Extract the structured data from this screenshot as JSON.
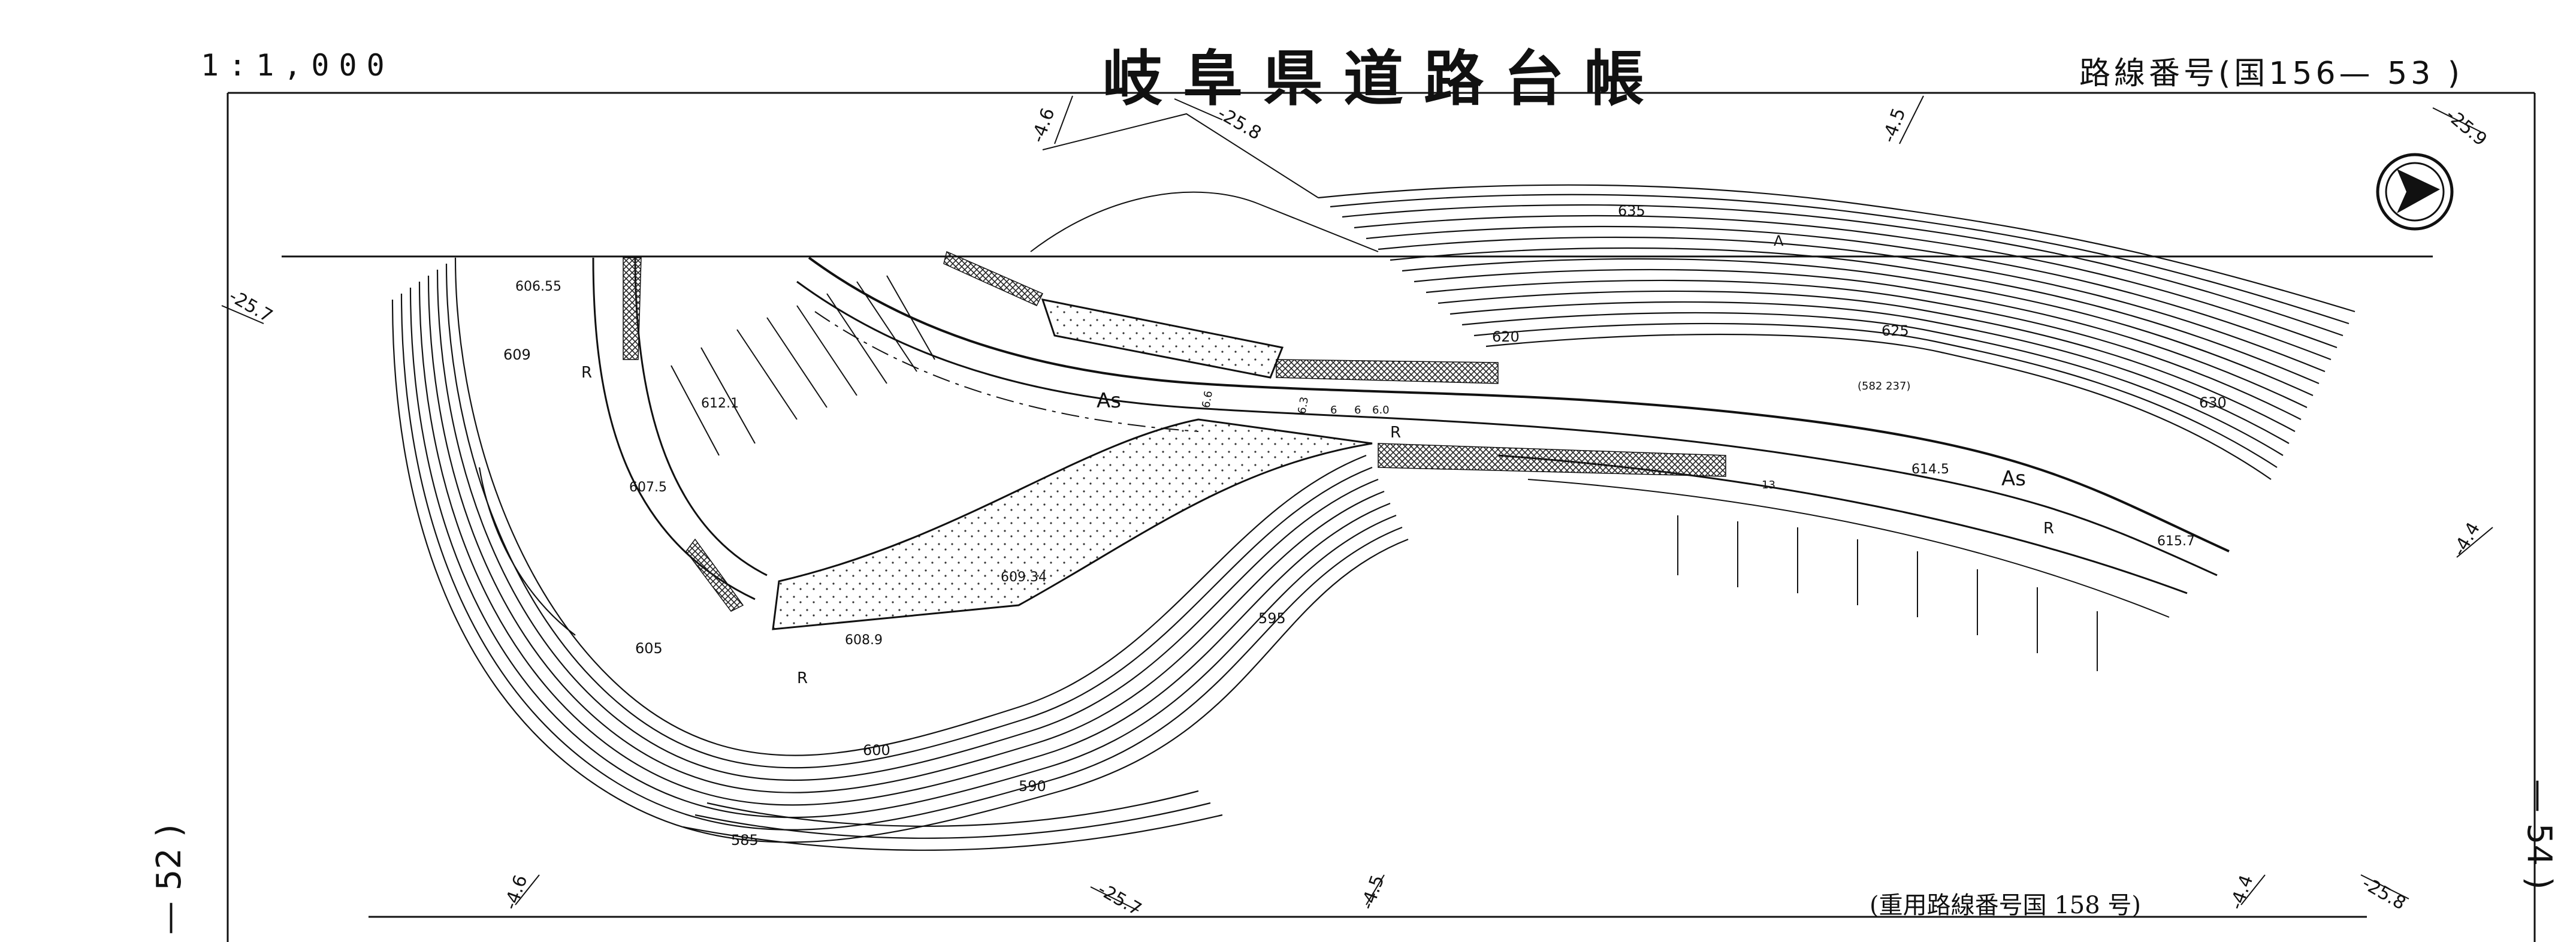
{
  "header": {
    "scale": "1:1,000",
    "title": "岐阜県道路台帳",
    "route_number": "路線番号(国156— 53 )"
  },
  "sheet_links": {
    "previous": "— 52 )",
    "next": "— 54 )"
  },
  "footer": {
    "overlap_route": "(重用路線番号国 158 号)"
  },
  "map": {
    "north_arrow": "north-arrow-icon",
    "contour_labels": [
      "635",
      "625",
      "630",
      "620",
      "600",
      "590",
      "585",
      "595",
      "605",
      "609"
    ],
    "spot_heights": [
      "606.55",
      "612.1",
      "607.5",
      "609.34",
      "608.9",
      "614.5",
      "615.7"
    ],
    "surface_labels": [
      "As",
      "As"
    ],
    "road_labels": [
      "R",
      "R",
      "R",
      "R"
    ],
    "misc_labels": [
      "(582 237)",
      "13",
      "6.6",
      "6.3",
      "6",
      "6",
      "6.0",
      "Λ"
    ],
    "grid_ticks": [
      "-4.6",
      "-25.8",
      "-4.5",
      "-25.9",
      "-25.7",
      "-4.4",
      "-4.6",
      "-25.7",
      "-4.5",
      "-4.4",
      "-25.8"
    ]
  }
}
